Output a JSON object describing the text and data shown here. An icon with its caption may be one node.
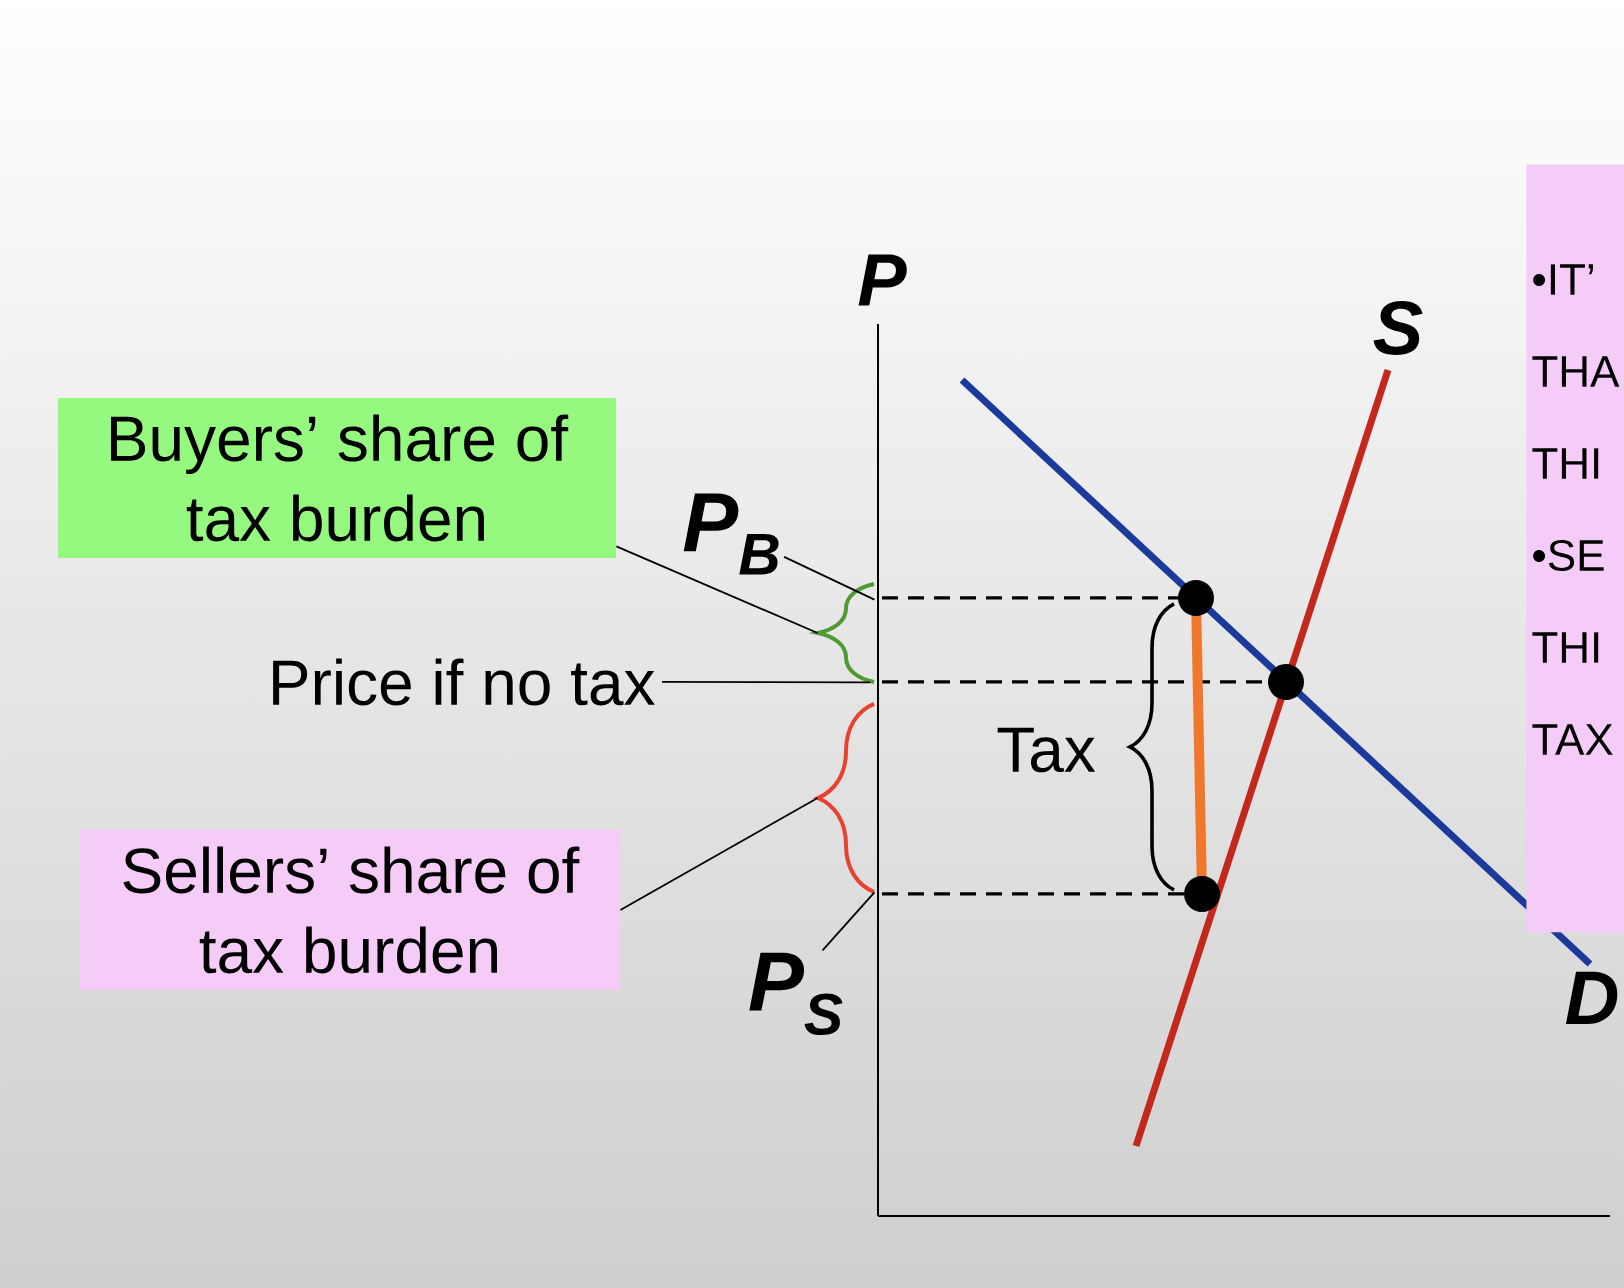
{
  "diagram": {
    "nodes": [
      {
        "text": [
          "Buyers’ share of tax burden"
        ]
      },
      {
        "text": [
          "P$_{B}$"
        ]
      },
      {
        "text": [],
        "shape": "brace"
      },
      {
        "text": [
          "Price if no tax"
        ]
      },
      {
        "text": [],
        "shape": "brace"
      },
      {
        "text": [
          "Sellers’ share of tax burden"
        ]
      },
      {
        "text": [
          "P$_{S}$"
        ]
      },
      {
        "text": [
          "•IT’ THA THI",
          "•SE THI TAX"
        ]
      }
    ],
    "edges": [
      {
        "from": 0,
        "to": 2,
        "arrow": "none"
      },
      {
        "from": 1,
        "to": 2,
        "arrow": "none"
      },
      {
        "from": 3,
        "to": 2,
        "arrow": "none"
      },
      {
        "from": 5,
        "to": 4,
        "arrow": "none"
      },
      {
        "from": 6,
        "to": 4,
        "arrow": "none"
      }
    ],
    "labels": [
      "P",
      "S",
      "Tax",
      "D"
    ]
  }
}
